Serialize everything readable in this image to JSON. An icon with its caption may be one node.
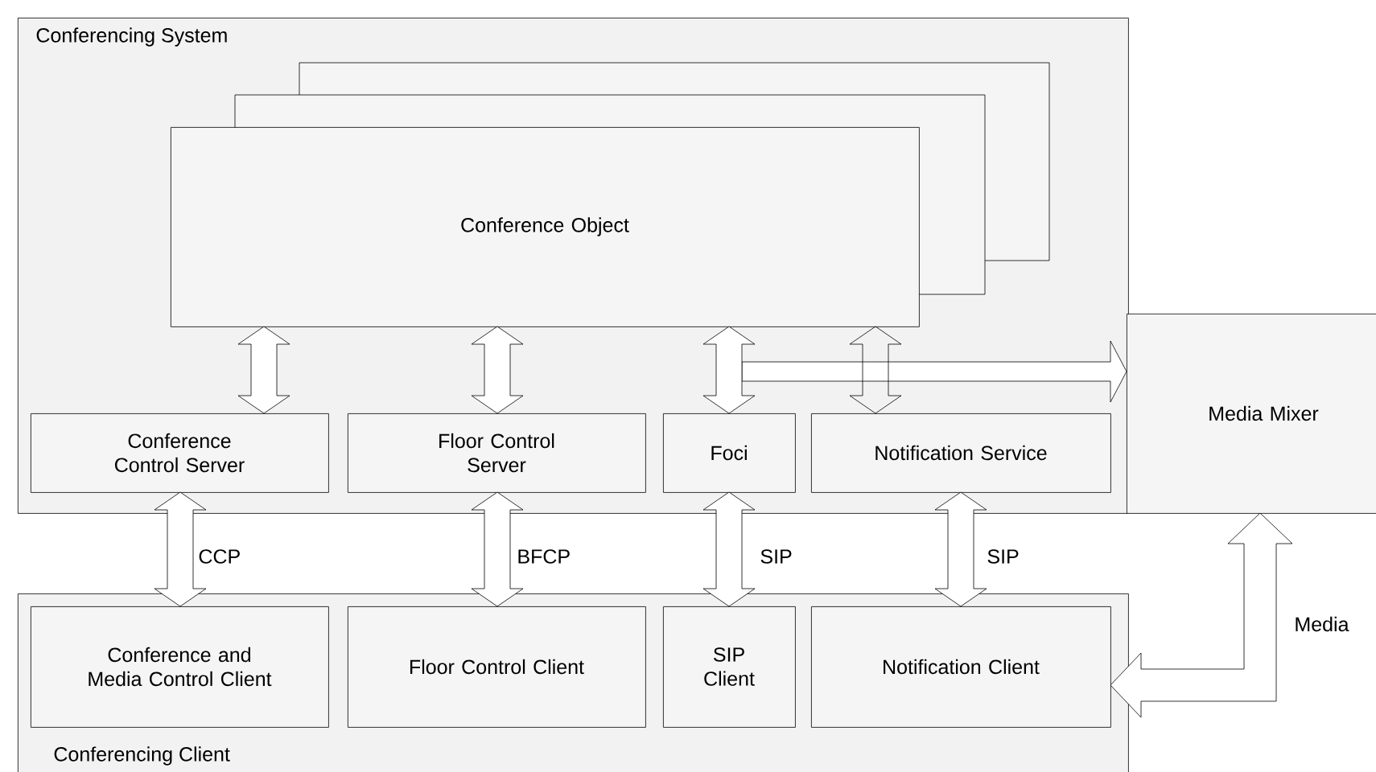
{
  "diagram": {
    "nodes": [
      {
        "text": [
          "Conferencing System"
        ]
      },
      {
        "text": [
          "Conference Object"
        ],
        "in": 0
      },
      {
        "text": [
          "Conference Control Server"
        ],
        "in": 0
      },
      {
        "text": [
          "Floor Control Server"
        ],
        "in": 0
      },
      {
        "text": [
          "Foci"
        ],
        "in": 0
      },
      {
        "text": [
          "Notification Service"
        ],
        "in": 0
      },
      {
        "text": [
          "Media Mixer"
        ]
      },
      {
        "text": [
          "Conferencing Client"
        ]
      },
      {
        "text": [
          "Conference and Media Control Client"
        ],
        "in": 7
      },
      {
        "text": [
          "Floor Control Client"
        ],
        "in": 7
      },
      {
        "text": [
          "SIP Client"
        ],
        "in": 7
      },
      {
        "text": [
          "Notification Client"
        ],
        "in": 7
      }
    ],
    "edges": [
      {
        "from": 1,
        "to": 2,
        "arrow": "both"
      },
      {
        "from": 1,
        "to": 3,
        "arrow": "both"
      },
      {
        "from": 1,
        "to": 4,
        "arrow": "both"
      },
      {
        "from": 1,
        "to": 5,
        "arrow": "both"
      },
      {
        "from": 4,
        "to": 6,
        "arrow": "to"
      },
      {
        "from": 2,
        "to": 8,
        "arrow": "both",
        "label": "CCP"
      },
      {
        "from": 3,
        "to": 9,
        "arrow": "both",
        "label": "BFCP"
      },
      {
        "from": 4,
        "to": 10,
        "arrow": "both",
        "label": "SIP"
      },
      {
        "from": 5,
        "to": 11,
        "arrow": "both",
        "label": "SIP"
      },
      {
        "from": 6,
        "to": 11,
        "arrow": "both",
        "label": "Media"
      }
    ]
  }
}
